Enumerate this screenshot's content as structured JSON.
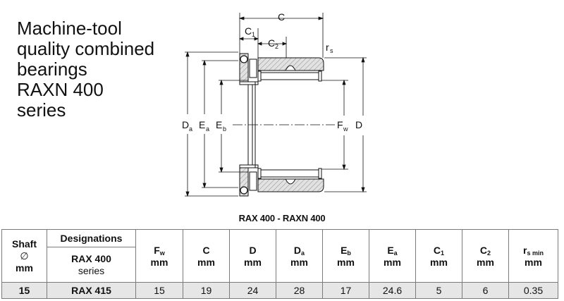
{
  "heading": {
    "lines": [
      "Machine-tool",
      "quality combined",
      "bearings",
      "RAXN 400",
      "series"
    ]
  },
  "diagram": {
    "labels": {
      "C": "C",
      "C1": "C",
      "C1_sub": "1",
      "C2": "C",
      "C2_sub": "2",
      "rs": "r",
      "rs_sub": "s",
      "Da": "D",
      "Da_sub": "a",
      "Ea": "E",
      "Ea_sub": "a",
      "Eb": "E",
      "Eb_sub": "b",
      "Fw": "F",
      "Fw_sub": "w",
      "D": "D"
    }
  },
  "caption": "RAX 400 - RAXN 400",
  "table": {
    "shaft": "Shaft",
    "shaft_symbol": "∅",
    "shaft_unit": "mm",
    "designations": "Designations",
    "series_line1": "RAX 400",
    "series_line2": "series",
    "columns": [
      {
        "sym": "F",
        "sub": "w",
        "unit": "mm"
      },
      {
        "sym": "C",
        "sub": "",
        "unit": "mm"
      },
      {
        "sym": "D",
        "sub": "",
        "unit": "mm"
      },
      {
        "sym": "D",
        "sub": "a",
        "unit": "mm"
      },
      {
        "sym": "E",
        "sub": "b",
        "unit": "mm"
      },
      {
        "sym": "E",
        "sub": "a",
        "unit": "mm"
      },
      {
        "sym": "C",
        "sub": "1",
        "unit": "mm"
      },
      {
        "sym": "C",
        "sub": "2",
        "unit": "mm"
      },
      {
        "sym": "r",
        "sub": "s min",
        "unit": "mm"
      }
    ],
    "rows": [
      {
        "shaft": "15",
        "designation": "RAX 415",
        "values": [
          "15",
          "19",
          "24",
          "28",
          "17",
          "24.6",
          "5",
          "6",
          "0.35"
        ]
      }
    ]
  },
  "colors": {
    "hatch": "#c8c8c8",
    "row_bg": "#e6e6e6",
    "border": "#7a7a7a"
  }
}
